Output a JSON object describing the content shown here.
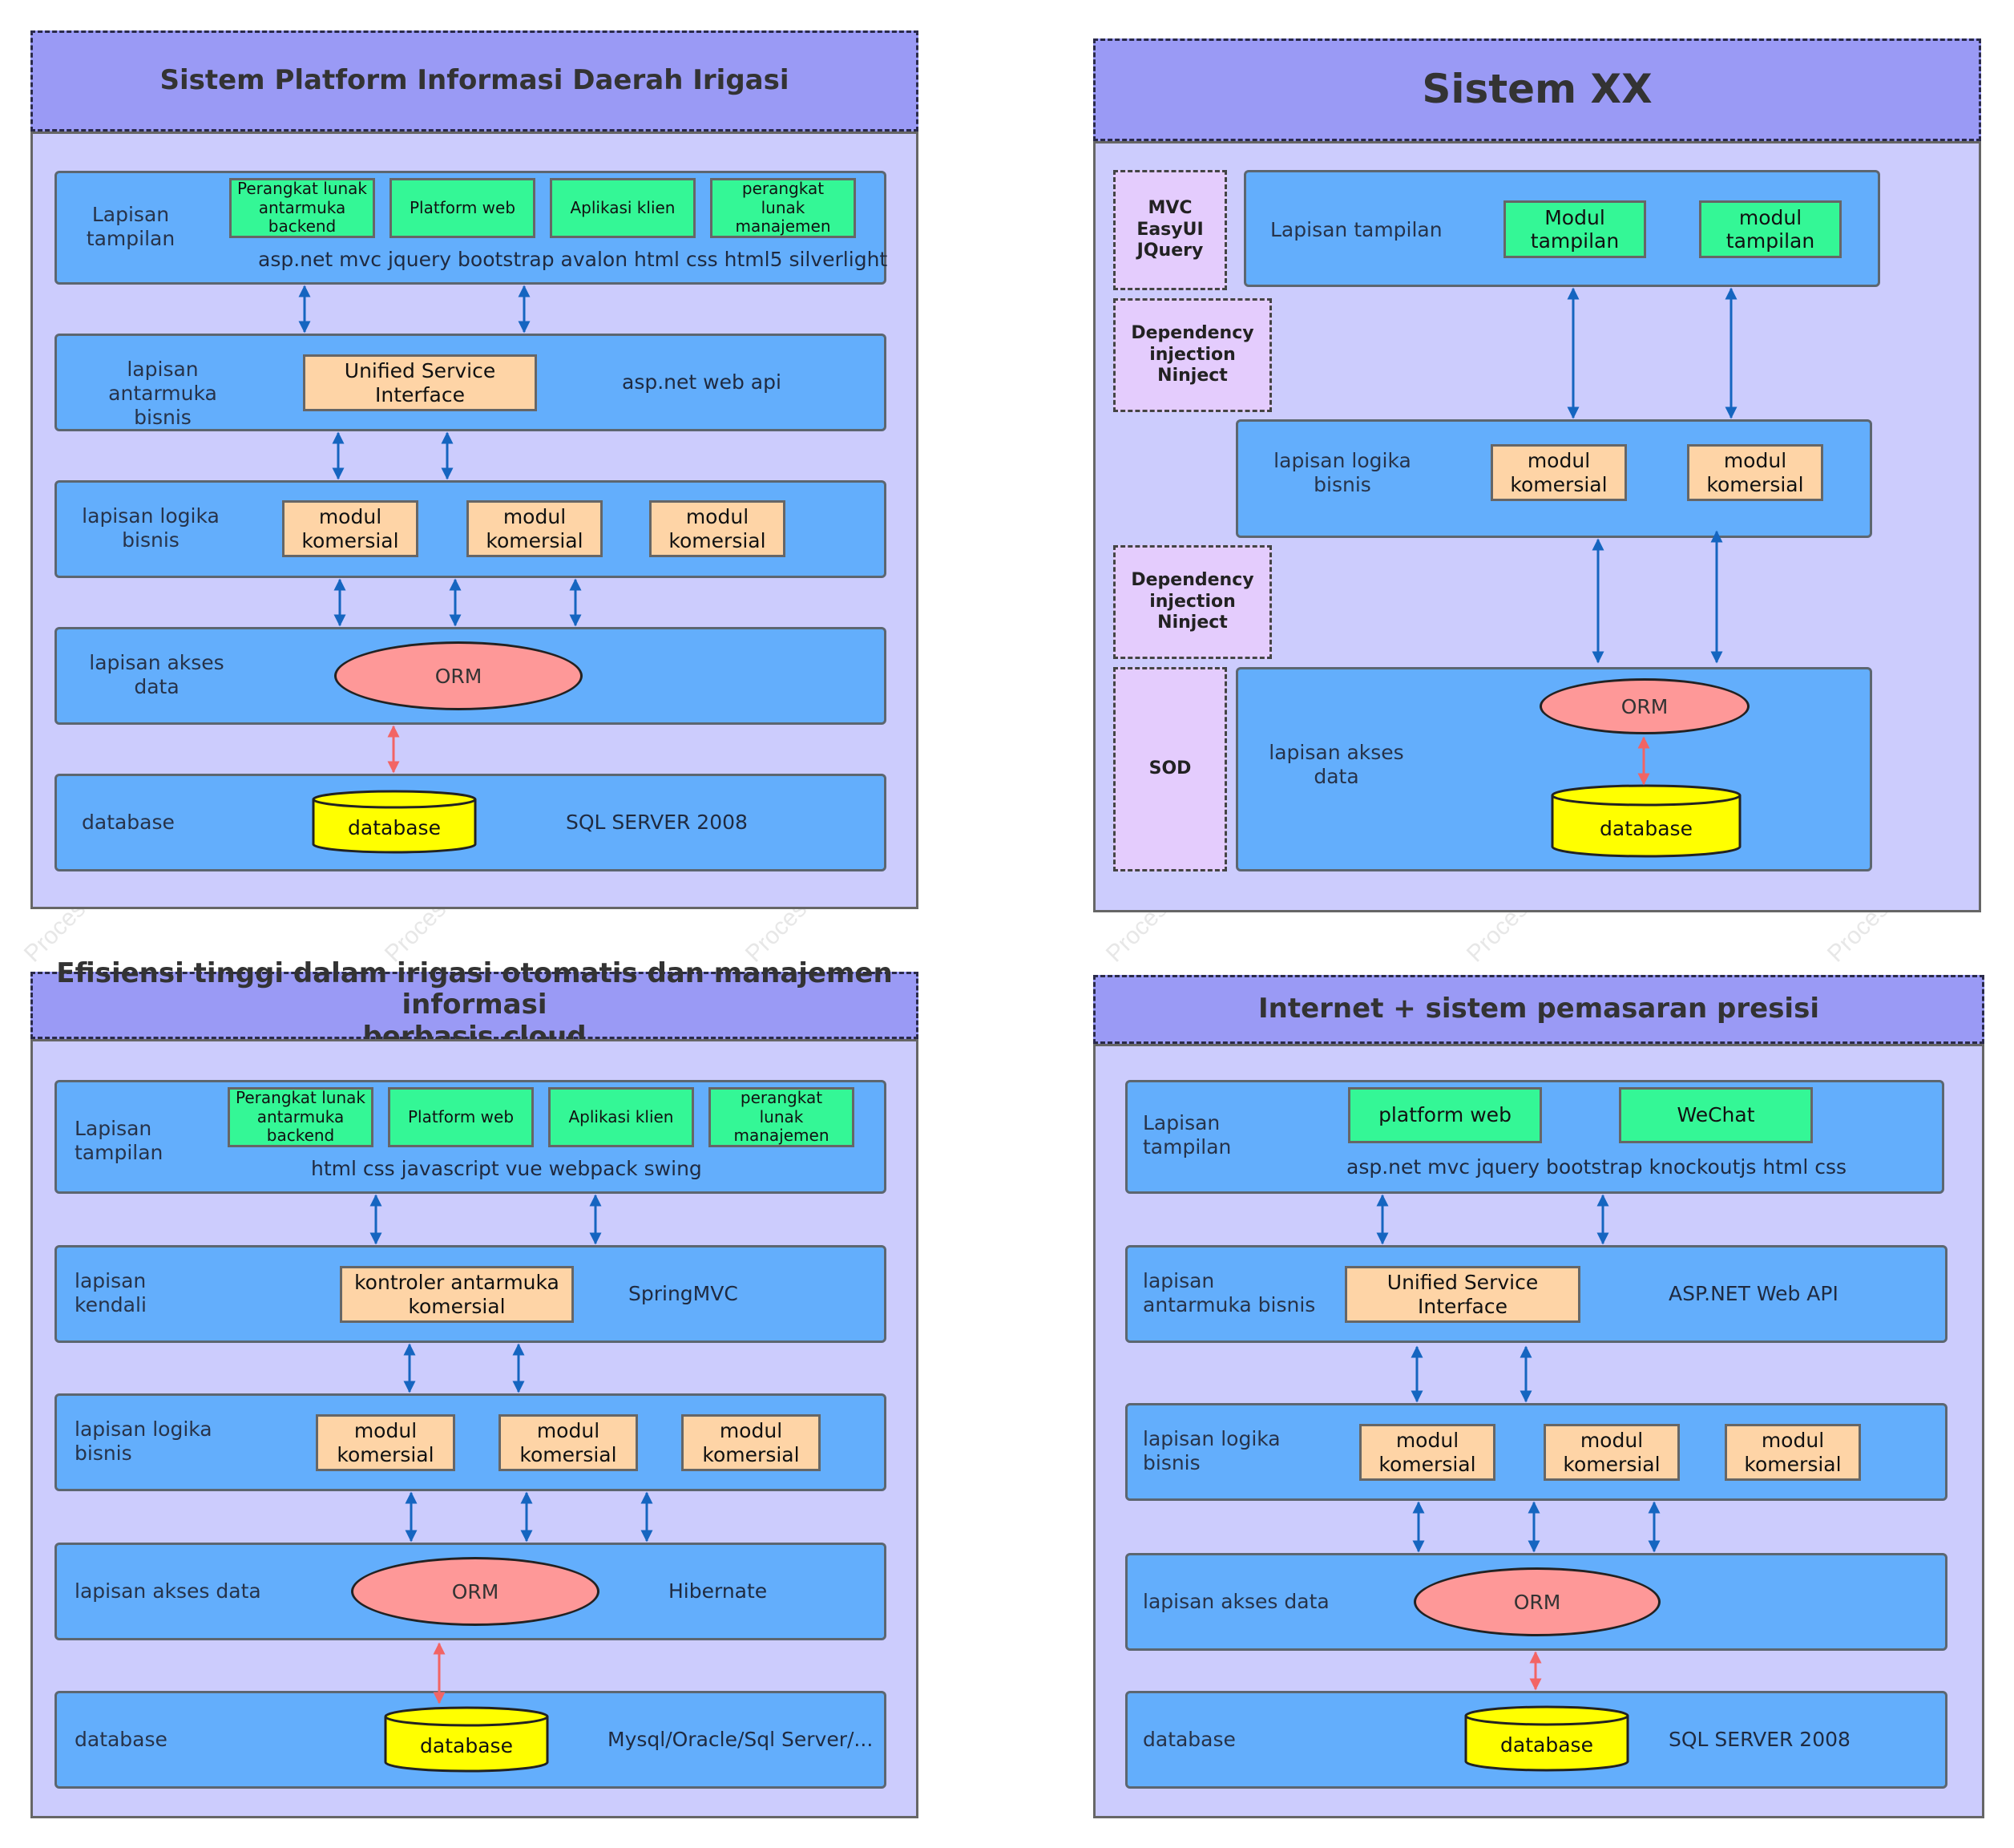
{
  "colors": {
    "title_bg": "#9a9af5",
    "panel_bg": "#ccccfd",
    "layer_bg": "#63aefc",
    "module_green": "#34f796",
    "module_orange": "#fed4a6",
    "orm_fill": "#fe9898",
    "database_fill": "#ffff00",
    "side_bg": "#e4ccfd",
    "arrow_blue": "#1565c0",
    "arrow_red": "#f26464"
  },
  "watermark": "Process",
  "d1": {
    "title": "Sistem Platform Informasi Daerah Irigasi",
    "l1": {
      "label": "Lapisan\ntampilan",
      "modules": [
        "Perangkat lunak\nantarmuka\nbackend",
        "Platform web",
        "Aplikasi klien",
        "perangkat\nlunak\nmanajemen"
      ],
      "tech": "asp.net mvc  jquery bootstrap avalon html css html5 silverlight"
    },
    "l2": {
      "label": "lapisan antarmuka\nbisnis",
      "module": "Unified Service\nInterface",
      "tech": "asp.net web api"
    },
    "l3": {
      "label": "lapisan logika\nbisnis",
      "modules": [
        "modul\nkomersial",
        "modul\nkomersial",
        "modul\nkomersial"
      ]
    },
    "l4": {
      "label": "lapisan akses\ndata",
      "orm": "ORM"
    },
    "l5": {
      "label": "database",
      "db": "database",
      "tech": "SQL SERVER 2008"
    }
  },
  "d2": {
    "title": "Sistem XX",
    "side": [
      "MVC\nEasyUI\nJQuery",
      "Dependency\ninjection\nNinject",
      "Dependency\ninjection\nNinject",
      "SOD"
    ],
    "l1": {
      "label": "Lapisan tampilan",
      "modules": [
        "Modul\ntampilan",
        "modul\ntampilan"
      ]
    },
    "l2": {
      "label": "lapisan logika\nbisnis",
      "modules": [
        "modul\nkomersial",
        "modul\nkomersial"
      ]
    },
    "l3": {
      "label": "lapisan akses\ndata",
      "orm": "ORM",
      "db": "database"
    }
  },
  "d3": {
    "title": "Efisiensi tinggi dalam irigasi otomatis dan manajemen informasi\nberbasis cloud",
    "l1": {
      "label": "Lapisan\ntampilan",
      "modules": [
        "Perangkat lunak\nantarmuka\nbackend",
        "Platform web",
        "Aplikasi klien",
        "perangkat\nlunak\nmanajemen"
      ],
      "tech": "html css javascript vue webpack swing"
    },
    "l2": {
      "label": "lapisan\nkendali",
      "module": "kontroler antarmuka\nkomersial",
      "tech": "SpringMVC"
    },
    "l3": {
      "label": "lapisan logika\nbisnis",
      "modules": [
        "modul\nkomersial",
        "modul\nkomersial",
        "modul\nkomersial"
      ]
    },
    "l4": {
      "label": "lapisan akses data",
      "orm": "ORM",
      "tech": "Hibernate"
    },
    "l5": {
      "label": "database",
      "db": "database",
      "tech": "Mysql/Oracle/Sql Server/..."
    }
  },
  "d4": {
    "title": "Internet + sistem pemasaran presisi",
    "l1": {
      "label": "Lapisan\ntampilan",
      "modules": [
        "platform web",
        "WeChat"
      ],
      "tech": "asp.net mvc  jquery bootstrap knockoutjs html css"
    },
    "l2": {
      "label": "lapisan\nantarmuka bisnis",
      "module": "Unified Service\nInterface",
      "tech": "ASP.NET Web API"
    },
    "l3": {
      "label": "lapisan logika\nbisnis",
      "modules": [
        "modul\nkomersial",
        "modul\nkomersial",
        "modul\nkomersial"
      ]
    },
    "l4": {
      "label": "lapisan akses data",
      "orm": "ORM"
    },
    "l5": {
      "label": "database",
      "db": "database",
      "tech": "SQL SERVER 2008"
    }
  }
}
